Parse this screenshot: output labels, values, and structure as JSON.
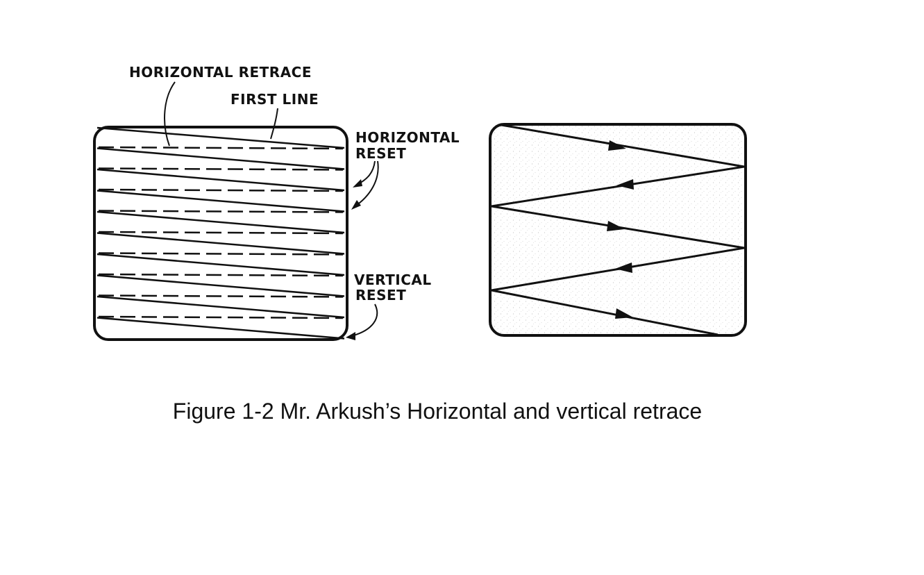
{
  "figure": {
    "labels": {
      "horizontal_retrace": "HORIZONTAL RETRACE",
      "first_line": "FIRST LINE",
      "horizontal_reset_line1": "HORIZONTAL",
      "horizontal_reset_line2": "RESET",
      "vertical_reset_line1": "VERTICAL",
      "vertical_reset_line2": "RESET"
    },
    "caption": "Figure 1-2 Mr. Arkush’s Horizontal and vertical retrace",
    "colors": {
      "ink": "#111111",
      "stipple": "#bdbdbd"
    }
  }
}
